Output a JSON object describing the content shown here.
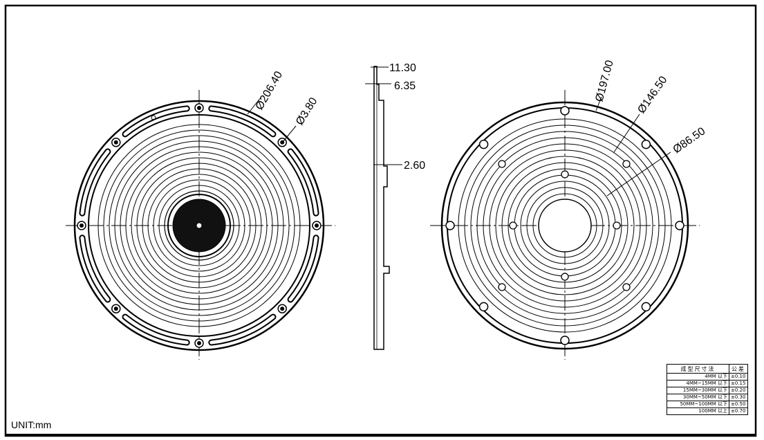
{
  "drawing": {
    "unit_label": "UNIT:mm",
    "front_view": {
      "dimensions": [
        {
          "id": "outer_diameter",
          "text": "Ø206.40"
        },
        {
          "id": "hole_diameter",
          "text": "Ø3.80"
        }
      ]
    },
    "side_view": {
      "dimensions": [
        {
          "id": "total_thickness",
          "text": "11.30"
        },
        {
          "id": "flange_thickness",
          "text": "6.35"
        },
        {
          "id": "step",
          "text": "2.60"
        }
      ]
    },
    "back_view": {
      "dimensions": [
        {
          "id": "bolt_circle",
          "text": "Ø197.00"
        },
        {
          "id": "inner_ring",
          "text": "Ø146.50"
        },
        {
          "id": "center_ring",
          "text": "Ø86.50"
        }
      ]
    },
    "tolerance_table": {
      "header": [
        "成型尺寸法",
        "公差"
      ],
      "rows": [
        {
          "range": "4MM 以下",
          "tol": "±0.10"
        },
        {
          "range": "4MM~15MM 以下",
          "tol": "±0.15"
        },
        {
          "range": "15MM~30MM 以下",
          "tol": "±0.20"
        },
        {
          "range": "30MM~50MM 以下",
          "tol": "±0.30"
        },
        {
          "range": "50MM~100MM 以下",
          "tol": "±0.50"
        },
        {
          "range": "100MM 以上",
          "tol": "±0.70"
        }
      ]
    }
  }
}
